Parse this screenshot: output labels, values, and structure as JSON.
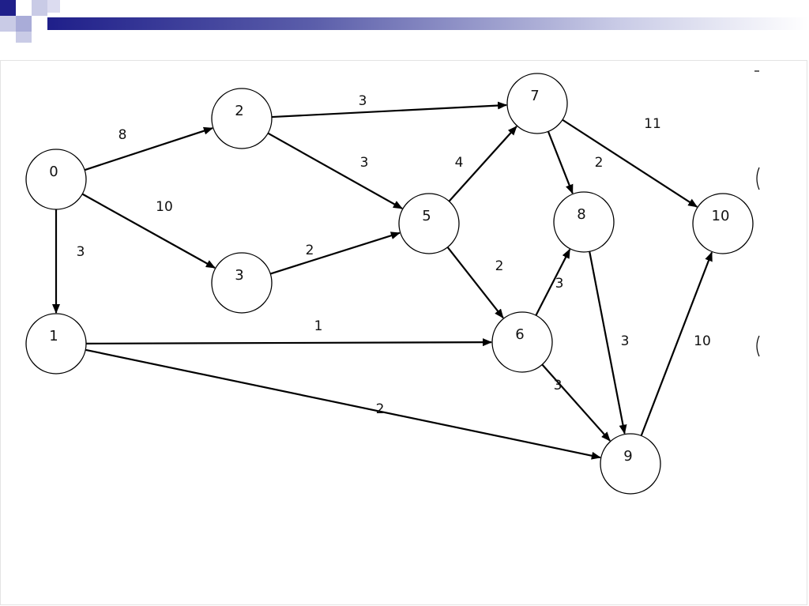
{
  "theme": {
    "accent_dark": "#1f1f8a",
    "accent_light": "#a9acd8",
    "edge_color": "#000000",
    "node_fill": "#ffffff",
    "node_stroke": "#000000",
    "background": "#ffffff"
  },
  "icons": {
    "header": "checkerboard-squares-icon"
  },
  "graph": {
    "nodes": [
      {
        "id": "0",
        "label": "0"
      },
      {
        "id": "1",
        "label": "1"
      },
      {
        "id": "2",
        "label": "2"
      },
      {
        "id": "3",
        "label": "3"
      },
      {
        "id": "5",
        "label": "5"
      },
      {
        "id": "6",
        "label": "6"
      },
      {
        "id": "7",
        "label": "7"
      },
      {
        "id": "8",
        "label": "8"
      },
      {
        "id": "9",
        "label": "9"
      },
      {
        "id": "10",
        "label": "10"
      }
    ],
    "edges": [
      {
        "from": "0",
        "to": "2",
        "weight": "8"
      },
      {
        "from": "0",
        "to": "3",
        "weight": "10"
      },
      {
        "from": "0",
        "to": "1",
        "weight": "3"
      },
      {
        "from": "2",
        "to": "7",
        "weight": "3"
      },
      {
        "from": "2",
        "to": "5",
        "weight": "3"
      },
      {
        "from": "3",
        "to": "5",
        "weight": "2"
      },
      {
        "from": "5",
        "to": "7",
        "weight": "4"
      },
      {
        "from": "5",
        "to": "6",
        "weight": "2"
      },
      {
        "from": "1",
        "to": "6",
        "weight": "1"
      },
      {
        "from": "1",
        "to": "9",
        "weight": "2"
      },
      {
        "from": "7",
        "to": "8",
        "weight": "2"
      },
      {
        "from": "7",
        "to": "10",
        "weight": "11"
      },
      {
        "from": "6",
        "to": "8",
        "weight": "3"
      },
      {
        "from": "6",
        "to": "9",
        "weight": "3"
      },
      {
        "from": "8",
        "to": "9",
        "weight": "3"
      },
      {
        "from": "9",
        "to": "10",
        "weight": "10"
      }
    ]
  }
}
